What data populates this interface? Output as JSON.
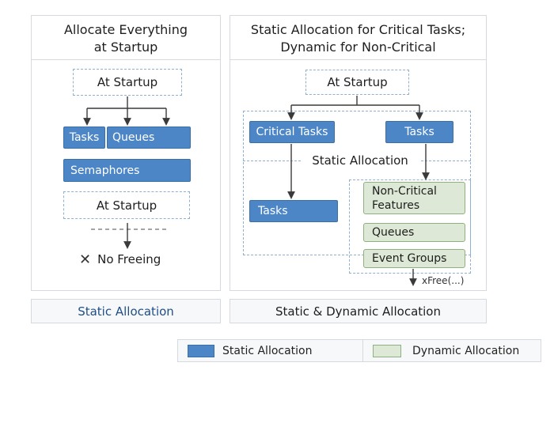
{
  "left_panel": {
    "title_line1": "Allocate Everything",
    "title_line2": "at Startup",
    "startup_top": "At Startup",
    "tasks": "Tasks",
    "queues": "Queues",
    "semaphores": "Semaphores",
    "startup_bottom": "At Startup",
    "no_freeing": "No Freeing",
    "footer": "Static Allocation"
  },
  "right_panel": {
    "title_line1": "Static Allocation for Critical Tasks;",
    "title_line2": "Dynamic for Non-Critical",
    "startup": "At Startup",
    "critical_tasks": "Critical Tasks",
    "tasks_top": "Tasks",
    "static_allocation": "Static Allocation",
    "tasks_bottom": "Tasks",
    "non_critical_line1": "Non-Critical",
    "non_critical_line2": "Features",
    "queues": "Queues",
    "event_groups": "Event Groups",
    "xfree": "xFree(...)",
    "footer": "Static & Dynamic Allocation"
  },
  "legend": {
    "static": "Static Allocation",
    "dynamic": "Dynamic Allocation"
  },
  "colors": {
    "static": "#4c86c6",
    "dynamic": "#dde9d6"
  }
}
